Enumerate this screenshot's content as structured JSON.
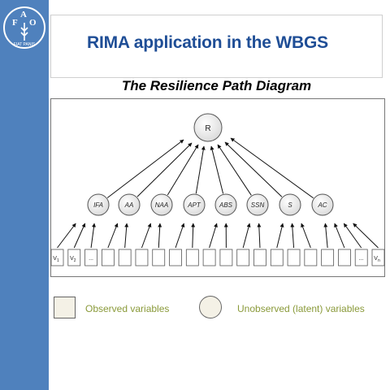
{
  "logo": {
    "letters": [
      "F",
      "A",
      "O"
    ],
    "motto": "FIAT PANIS"
  },
  "header": {
    "title": "RIMA application in the WBGS"
  },
  "diagram": {
    "title": "The Resilience Path Diagram",
    "root": "R",
    "latent": [
      "IFA",
      "AA",
      "NAA",
      "APT",
      "ABS",
      "SSN",
      "S",
      "AC"
    ],
    "observed": [
      {
        "main": "V",
        "sub": "1"
      },
      {
        "main": "V",
        "sub": "2"
      },
      {
        "main": "..."
      },
      {
        "main": ""
      },
      {
        "main": ""
      },
      {
        "main": ""
      },
      {
        "main": ""
      },
      {
        "main": ""
      },
      {
        "main": ""
      },
      {
        "main": ""
      },
      {
        "main": ""
      },
      {
        "main": ""
      },
      {
        "main": ""
      },
      {
        "main": ""
      },
      {
        "main": ""
      },
      {
        "main": ""
      },
      {
        "main": ""
      },
      {
        "main": ""
      },
      {
        "main": "..."
      },
      {
        "main": "V",
        "sub": "n"
      }
    ]
  },
  "legend": {
    "observed": "Observed variables",
    "latent": "Unobserved (latent) variables"
  },
  "colors": {
    "band": "#4f81bd",
    "title": "#1f4e96",
    "legend_text": "#8a9a3a",
    "shape_fill": "#f4f1e6"
  }
}
